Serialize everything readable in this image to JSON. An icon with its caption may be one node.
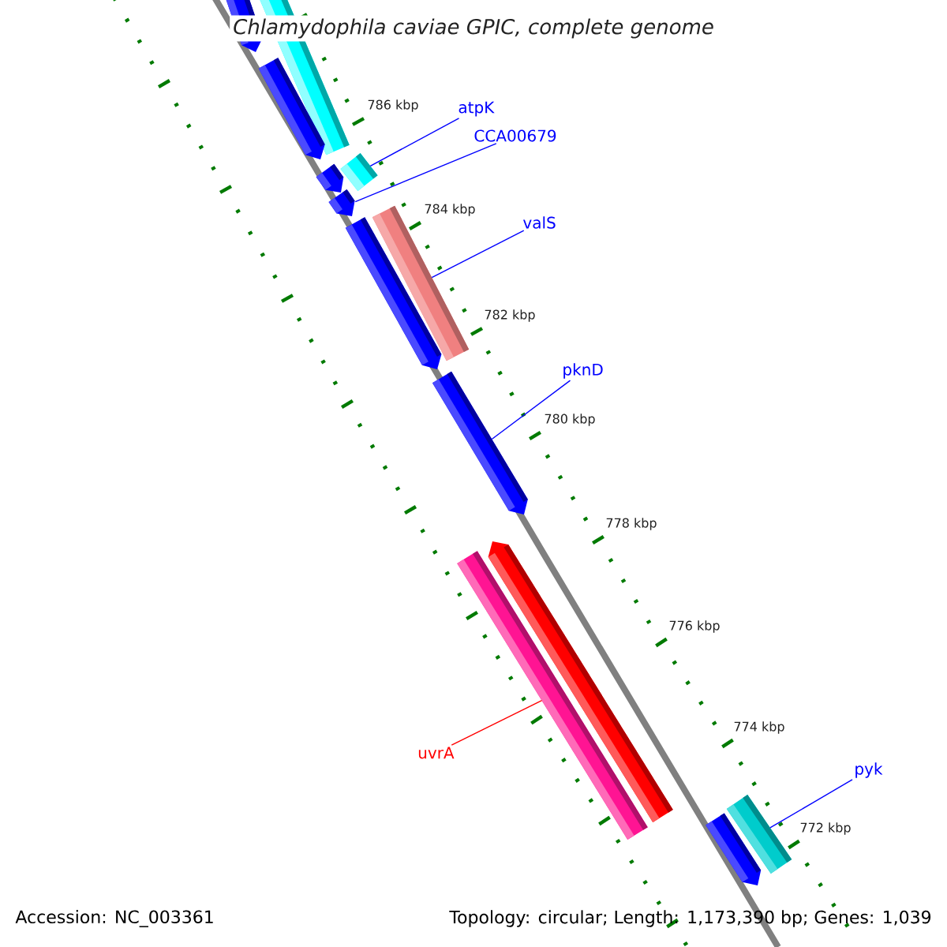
{
  "diagram": {
    "title": "Chlamydophila caviae GPIC, complete genome",
    "nodes": [
      {
        "text": [],
        "shape": "arrow"
      },
      {
        "text": [],
        "shape": "bar"
      },
      {
        "text": [],
        "shape": "arrow"
      },
      {
        "text": [
          "atpK"
        ]
      },
      {
        "text": [
          "CCA00679"
        ]
      },
      {
        "text": [],
        "shape": "bar"
      },
      {
        "text": [],
        "shape": "arrow"
      },
      {
        "text": [],
        "shape": "arrow"
      },
      {
        "text": [],
        "shape": "bar"
      },
      {
        "text": [
          "valS"
        ]
      },
      {
        "text": [],
        "shape": "arrow"
      },
      {
        "text": [
          "pknD"
        ]
      },
      {
        "text": [],
        "shape": "arrow"
      },
      {
        "text": [],
        "shape": "arrow"
      },
      {
        "text": [],
        "shape": "bar"
      },
      {
        "text": [
          "uvrA"
        ]
      },
      {
        "text": [
          "pyk"
        ]
      },
      {
        "text": [],
        "shape": "bar"
      },
      {
        "text": [],
        "shape": "arrow"
      }
    ],
    "edges": [
      {
        "from": 3,
        "to": 5,
        "arrow": "none"
      },
      {
        "from": 4,
        "to": 7,
        "arrow": "none"
      },
      {
        "from": 9,
        "to": 8,
        "arrow": "none"
      },
      {
        "from": 11,
        "to": 12,
        "arrow": "none"
      },
      {
        "from": 15,
        "to": 14,
        "arrow": "none",
        "color": "#ff0000"
      },
      {
        "from": 16,
        "to": 17,
        "arrow": "none"
      }
    ],
    "labels": [
      "786 kbp",
      "784 kbp",
      "782 kbp",
      "780 kbp",
      "778 kbp",
      "776 kbp",
      "774 kbp",
      "772 kbp",
      "Accession: NC_003361",
      "Topology: circular; Length: 1,173,390 bp; Genes: 1,039"
    ]
  }
}
